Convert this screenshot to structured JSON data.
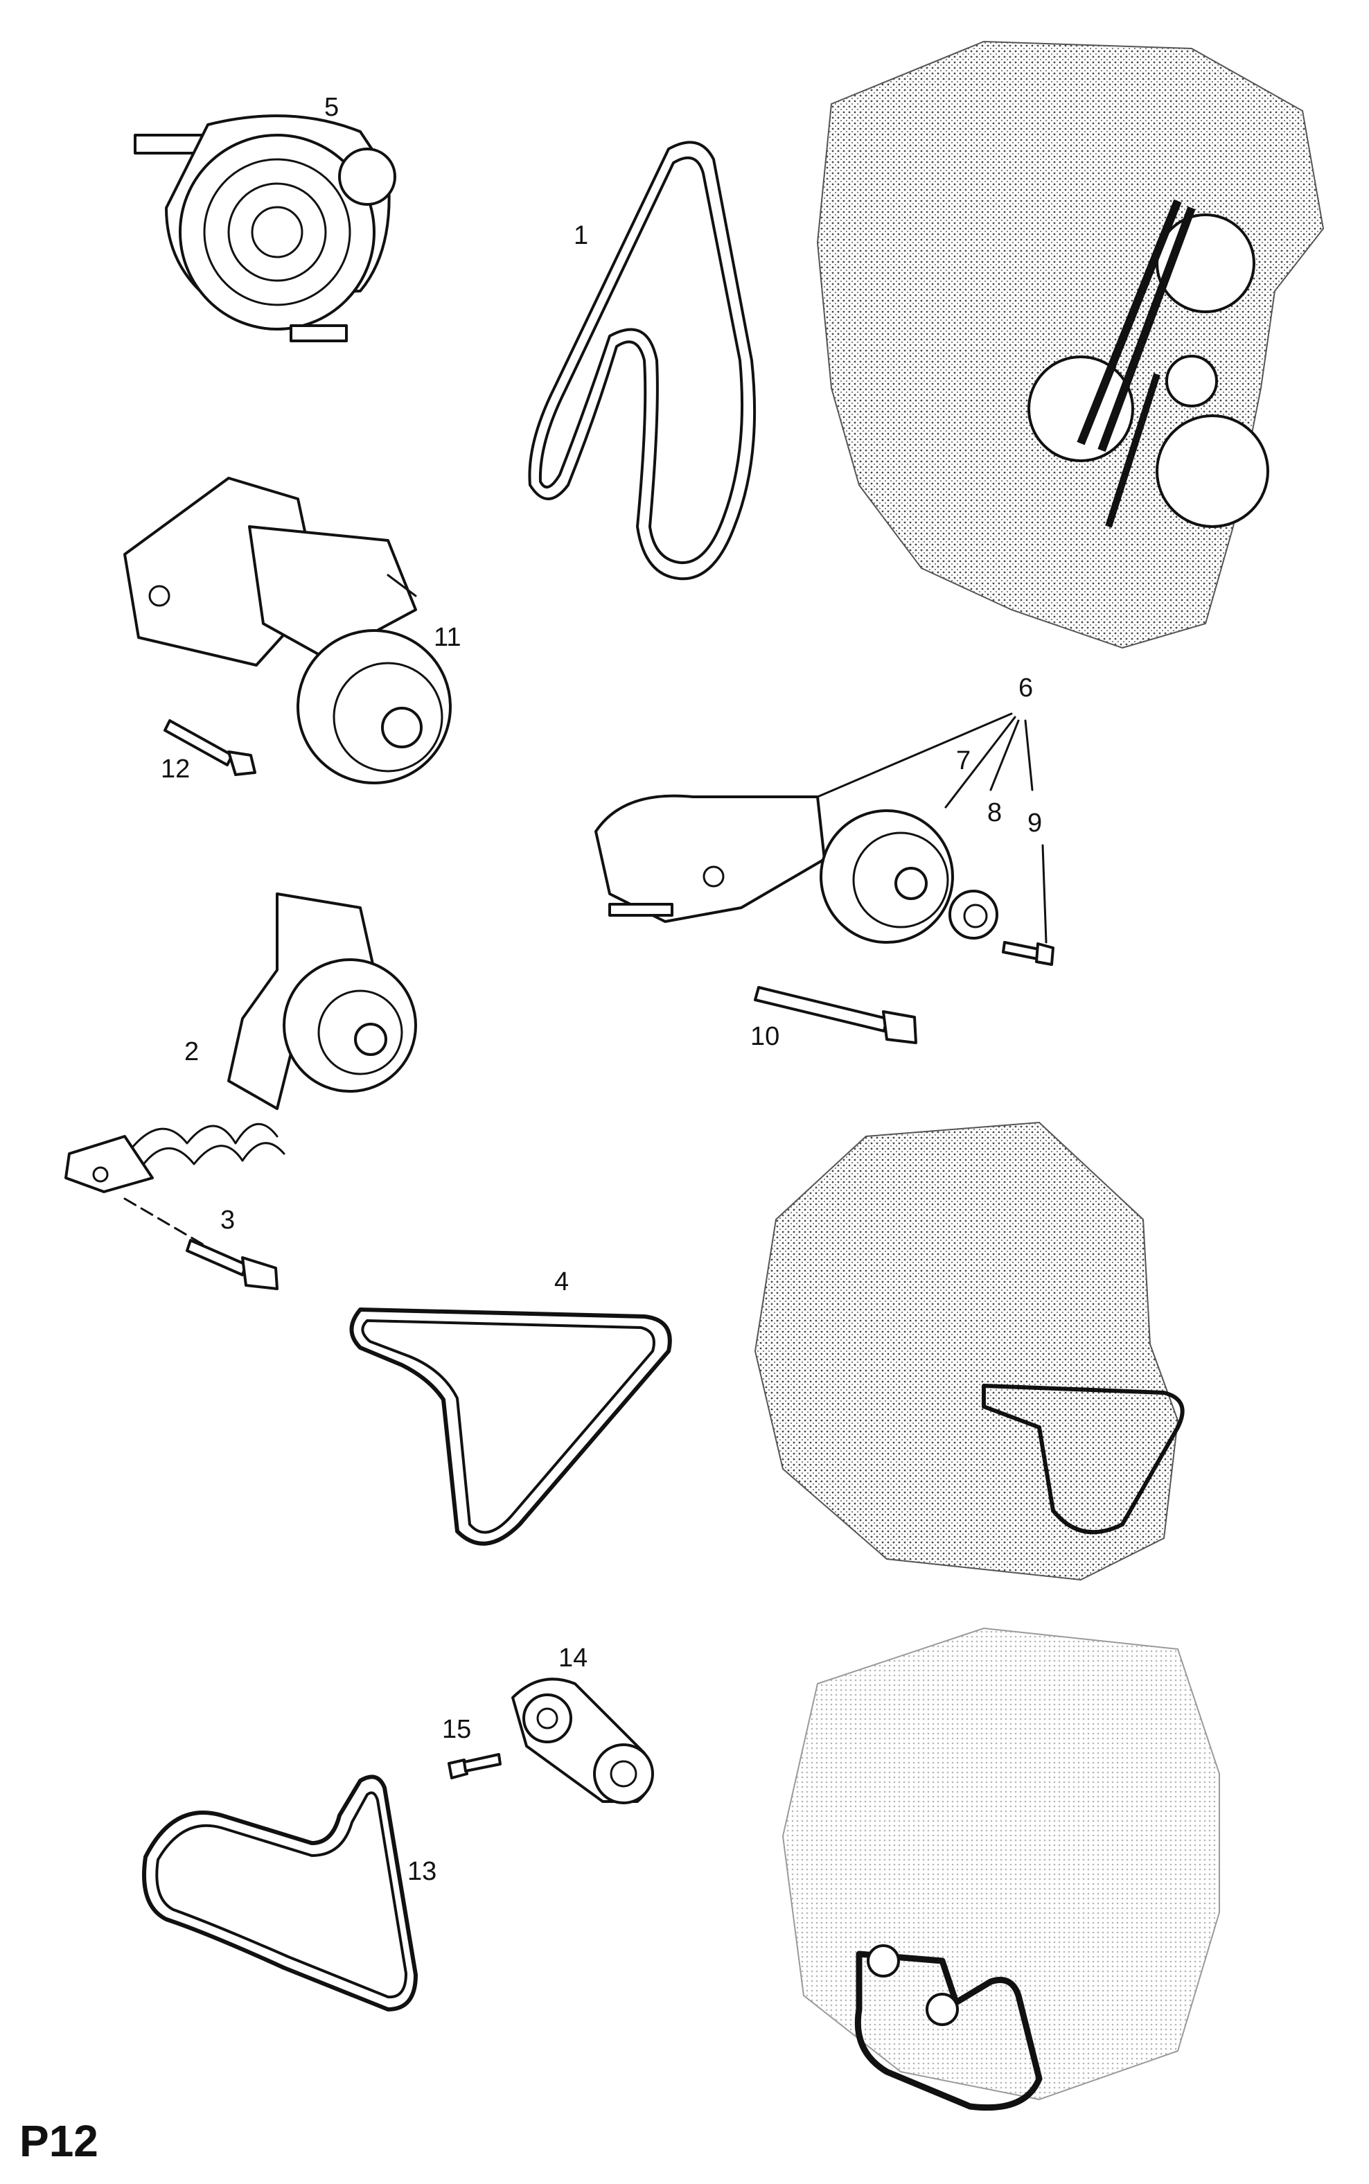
{
  "page_code": "P12",
  "callouts": [
    {
      "id": "c1",
      "text": "1"
    },
    {
      "id": "c2",
      "text": "2"
    },
    {
      "id": "c3",
      "text": "3"
    },
    {
      "id": "c4",
      "text": "4"
    },
    {
      "id": "c5",
      "text": "5"
    },
    {
      "id": "c6",
      "text": "6"
    },
    {
      "id": "c7",
      "text": "7"
    },
    {
      "id": "c8",
      "text": "8"
    },
    {
      "id": "c9",
      "text": "9"
    },
    {
      "id": "c10",
      "text": "10"
    },
    {
      "id": "c11",
      "text": "11"
    },
    {
      "id": "c12",
      "text": "12"
    },
    {
      "id": "c13",
      "text": "13"
    },
    {
      "id": "c14",
      "text": "14"
    },
    {
      "id": "c15",
      "text": "15"
    }
  ],
  "colors": {
    "ink": "#111111",
    "stipple": "#555555",
    "faint_engine": "#9a9a9a",
    "background": "#ffffff"
  }
}
